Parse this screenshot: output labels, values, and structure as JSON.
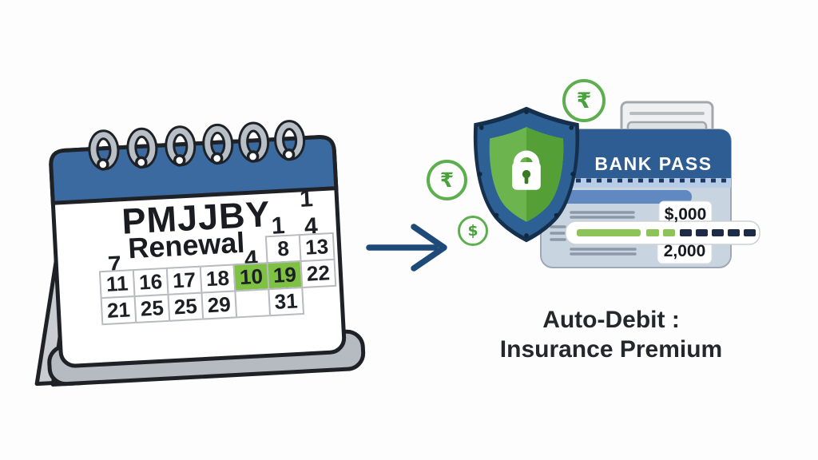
{
  "colors": {
    "calendar_header_blue": "#3a6aa0",
    "calendar_highlight_green": "#7fc143",
    "passbook_header_blue": "#2e5d94",
    "shield_border_blue": "#2d6095",
    "shield_green_light": "#6cb44d",
    "shield_green_dark": "#549f36",
    "badge_green": "#5daf4e",
    "arrow_navy": "#1d4a78",
    "dash_navy": "#1c2b47",
    "progress_green": "#8cc457"
  },
  "calendar": {
    "title": "PMJJBY",
    "subtitle": "Renewal",
    "stray_numbers": [
      "1",
      "1",
      "4",
      "7",
      "4"
    ],
    "row1": [
      "8",
      "13"
    ],
    "row2": [
      "11",
      "16",
      "17",
      "18",
      "10",
      "19",
      "22"
    ],
    "row3": [
      "21",
      "25",
      "25",
      "29",
      "",
      "31"
    ],
    "highlighted_dates": [
      "10",
      "19"
    ]
  },
  "badges": {
    "rupee_top": "₹",
    "rupee_left": "₹",
    "dollar": "$"
  },
  "passbook": {
    "title": "BANK PASS",
    "amount_top": "$,000",
    "amount_bottom": "2,000"
  },
  "caption": {
    "line1": "Auto-Debit :",
    "line2": "Insurance Premium"
  }
}
